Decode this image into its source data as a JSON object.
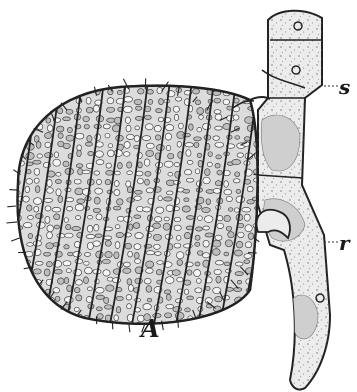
{
  "labels": {
    "s": "s",
    "r": "r",
    "figure": "A"
  }
}
